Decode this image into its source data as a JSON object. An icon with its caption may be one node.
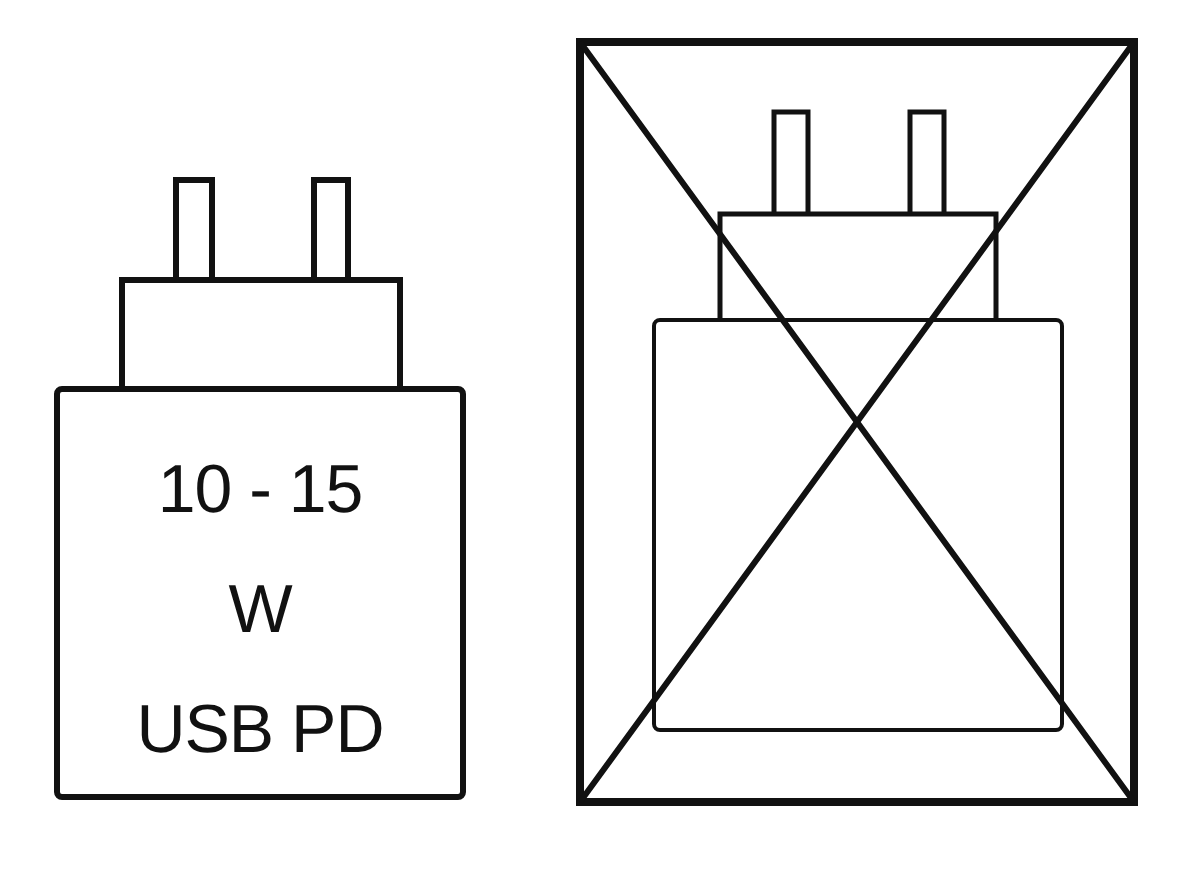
{
  "diagram": {
    "nodes": [
      {
        "text": [
          "10 - 15",
          "W",
          "USB PD"
        ]
      },
      {
        "text": [],
        "shape": "box"
      }
    ]
  }
}
